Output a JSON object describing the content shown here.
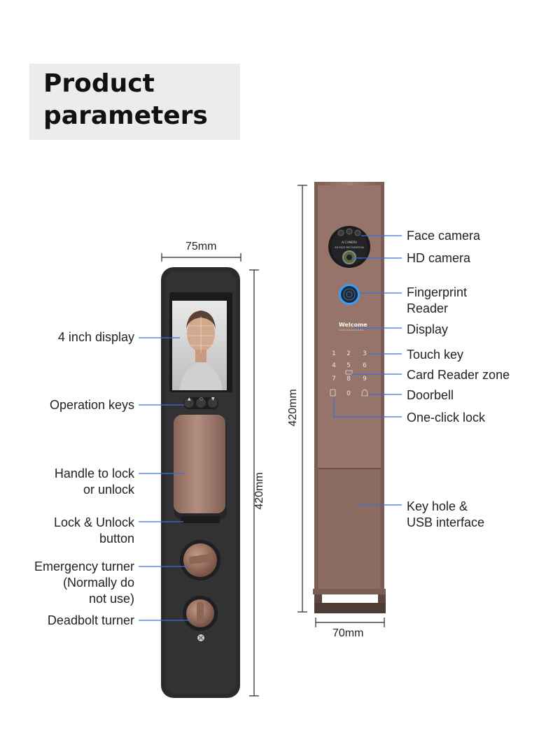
{
  "title": {
    "line1": "Product",
    "line2": "parameters"
  },
  "front_view": {
    "width_dim": "75mm",
    "height_dim": "420mm",
    "labels": {
      "display": "4 inch display",
      "operation_keys": "Operation keys",
      "handle_line1": "Handle to lock",
      "handle_line2": "or unlock",
      "lock_button_line1": "Lock & Unlock",
      "lock_button_line2": "button",
      "emergency_line1": "Emergency turner",
      "emergency_line2": "(Normally do",
      "emergency_line3": "not use)",
      "deadbolt": "Deadbolt turner"
    }
  },
  "back_view": {
    "height_dim": "420mm",
    "width_dim": "70mm",
    "labels": {
      "face_camera": "Face camera",
      "hd_camera": "HD camera",
      "fingerprint_line1": "Fingerprint",
      "fingerprint_line2": "Reader",
      "display": "Display",
      "touch_key": "Touch key",
      "card_reader": "Card Reader zone",
      "doorbell": "Doorbell",
      "one_click": "One-click lock",
      "keyhole_line1": "Key hole &",
      "keyhole_line2": "USB interface"
    },
    "screen_text": "Welcome",
    "camera_text_1": "AI CAMERA",
    "camera_text_2": "3D FACE RECOGNITION",
    "keypad": [
      "1",
      "2",
      "3",
      "4",
      "5",
      "6",
      "7",
      "8",
      "9",
      "0"
    ]
  },
  "colors": {
    "accent_line": "#3b6fd8",
    "bronze": "#8f6a5f",
    "body_dark": "#2b2b2d"
  }
}
